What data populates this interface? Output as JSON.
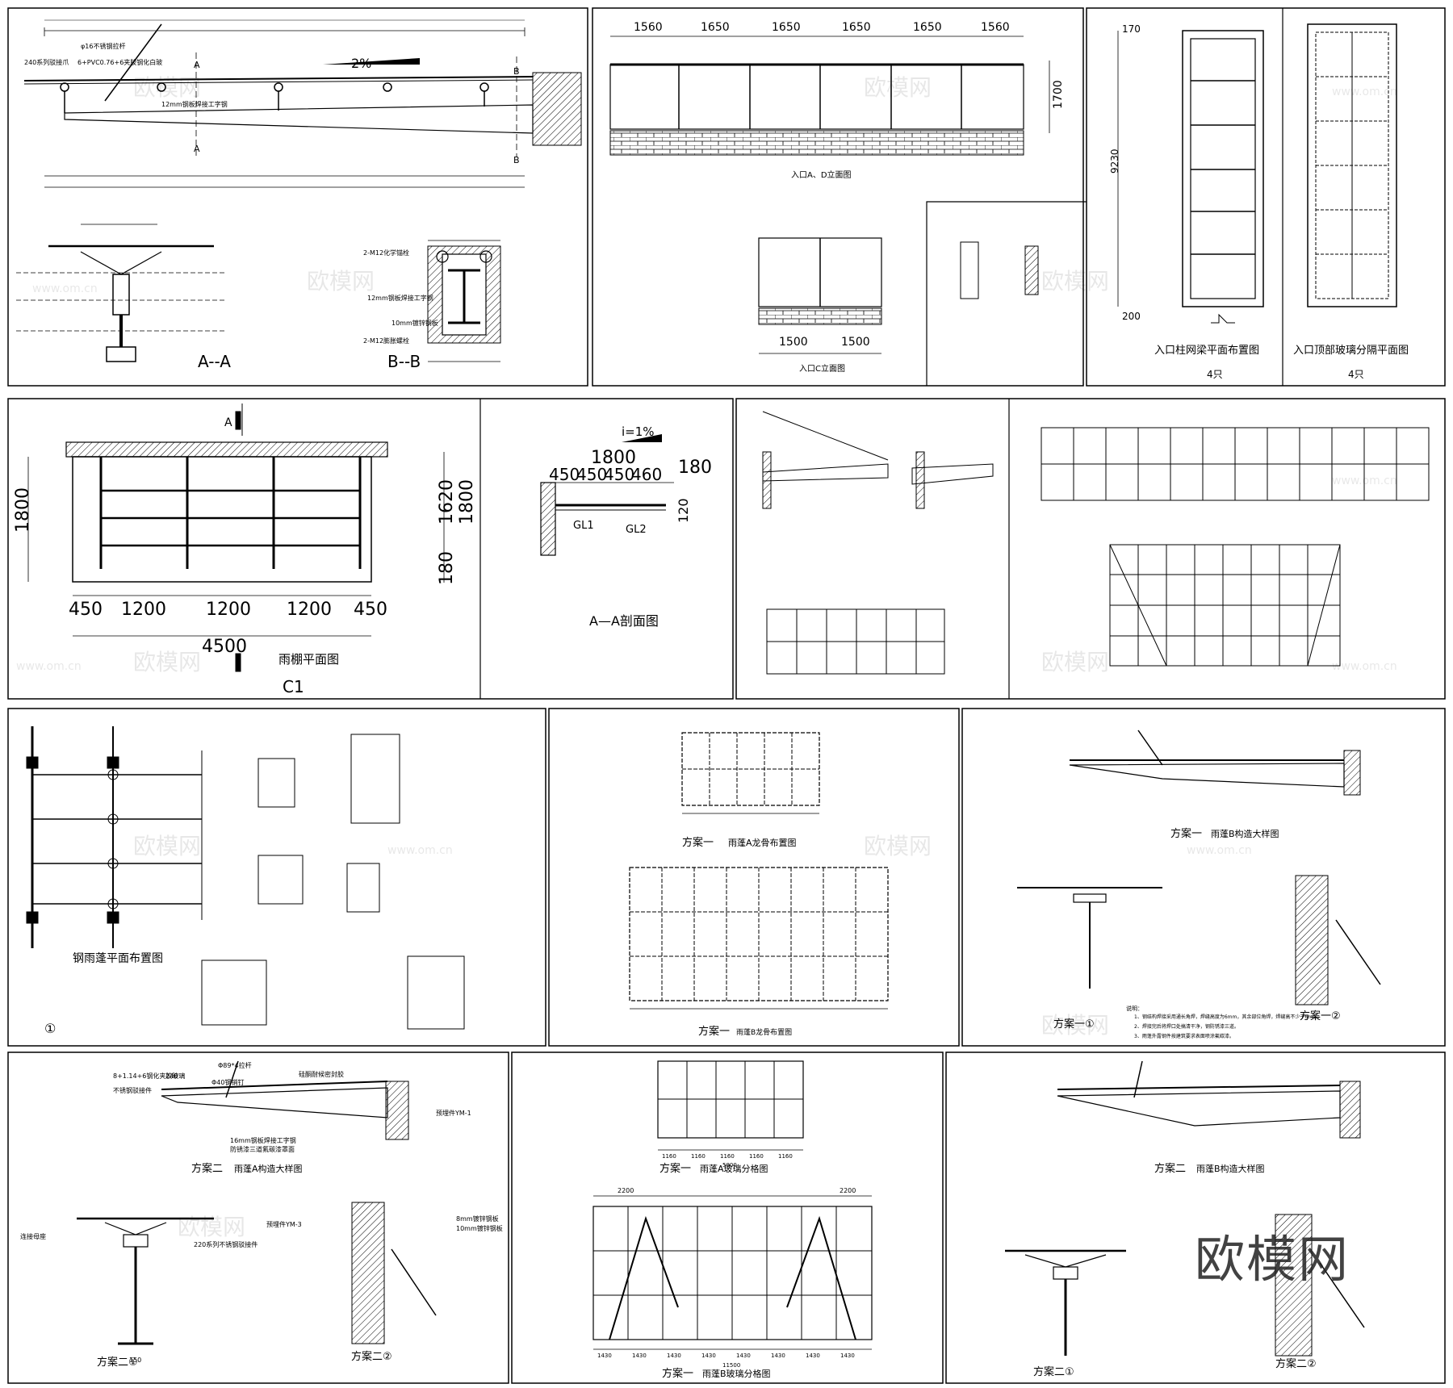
{
  "brand": "欧模网",
  "watermark": "欧模网",
  "watermark_url": "www.om.cn",
  "top_left": {
    "labels": [
      "2%",
      "A",
      "A",
      "B",
      "B",
      "A--A",
      "B--B",
      "φ16不锈钢拉杆",
      "6+PVC0.76+6夹胶钢化白玻",
      "240系列驳接爪",
      "12mm钢板焊接工字钢",
      "2-M12化学锚栓",
      "12mm钢板焊接工字钢",
      "10mm镀锌钢板",
      "2-M12膨胀螺栓"
    ]
  },
  "elevation_ad": {
    "dims": [
      "1560",
      "1650",
      "1650",
      "1650",
      "1650",
      "1560"
    ],
    "height": "1700",
    "caption": "入口A、D立面图"
  },
  "elevation_c": {
    "dims": [
      "1500",
      "1500"
    ],
    "caption": "入口C立面图"
  },
  "column_plan": {
    "dims": [
      "170",
      "9230",
      "200"
    ],
    "caption": "入口柱网梁平面布置图",
    "count": "4只"
  },
  "glass_plan": {
    "caption": "入口顶部玻璃分隔平面图",
    "count": "4只"
  },
  "canopy_plan": {
    "height": "1800",
    "dims": [
      "450",
      "1200",
      "1200",
      "1200",
      "450"
    ],
    "total": "4500",
    "caption": "雨棚平面图",
    "code": "C1",
    "section_mark": "A"
  },
  "section_aa": {
    "slope": "i=1%",
    "width": "1800",
    "sub": [
      "450",
      "450",
      "450",
      "460"
    ],
    "right_dims": [
      "180",
      "120"
    ],
    "beams": [
      "GL1",
      "GL2"
    ],
    "side_dims": [
      "1620",
      "1800",
      "180"
    ],
    "caption": "A—A剖面图"
  },
  "steel_plan": {
    "caption": "钢雨蓬平面布置图",
    "mark": "①"
  },
  "scheme1_a": {
    "caption_tag": "方案一",
    "caption": "雨蓬A龙骨布置图",
    "caption2": "雨蓬B龙骨布置图"
  },
  "scheme1_b": {
    "caption_tag": "方案一",
    "caption": "雨蓬B构造大样图",
    "sub1": "方案一①",
    "sub2": "方案一②",
    "note_title": "说明：",
    "notes": [
      "1、钢结构焊接采用通长角焊，焊缝高度为6mm，其余部位角焊，焊缝高不少于6mm。",
      "2、焊接完后将焊口处搞清干净，钢防锈漆三道。",
      "3、雨蓬外露钢件按建筑要求表面喷涂氟碳漆。"
    ]
  },
  "scheme2_a": {
    "caption_tag": "方案二",
    "caption": "雨蓬A构造大样图",
    "sub1": "方案二①",
    "sub2": "方案二②",
    "labels": [
      "8+1.14+6钢化夹胶玻璃",
      "240",
      "Φ89*4拉杆",
      "Φ40钢销钉",
      "硅酮耐候密封胶",
      "不锈钢驳接件",
      "预埋件YM-1",
      "16mm钢板焊接工字钢",
      "防锈漆三道氟碳漆罩面",
      "220系列不锈钢驳接件",
      "连接母座",
      "150",
      "8mm镀锌钢板",
      "10mm镀锌钢板",
      "预埋件YM-3"
    ]
  },
  "scheme2_b": {
    "caption_tag": "方案二",
    "caption": "雨蓬B构造大样图",
    "sub1": "方案二①",
    "sub2": "方案二②"
  },
  "glass_grid": {
    "caption_a_tag": "方案一",
    "caption_a": "雨蓬A玻璃分格图",
    "caption_b_tag": "方案一",
    "caption_b": "雨蓬B玻璃分格图",
    "dims_a": [
      "1160",
      "1160",
      "1160",
      "1160",
      "1160"
    ],
    "total_a": "5800",
    "dims_b": [
      "1430",
      "1430",
      "1430",
      "1430",
      "1430",
      "1430",
      "1430",
      "1430"
    ],
    "total_b": "11500",
    "top_b": [
      "2200",
      "2200"
    ]
  }
}
